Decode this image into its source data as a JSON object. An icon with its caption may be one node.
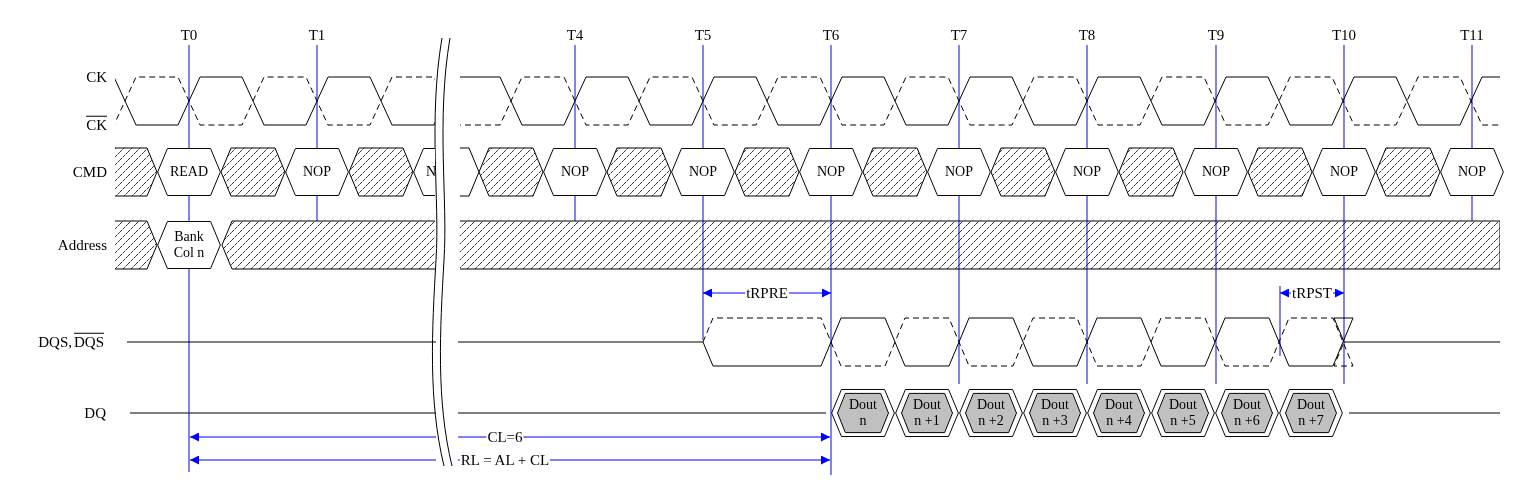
{
  "diagram": {
    "nodes": [
      {
        "text": [
          "READ"
        ]
      },
      {
        "text": [
          "NOP"
        ]
      },
      {
        "text": [
          "N"
        ]
      },
      {
        "text": [
          "NOP"
        ]
      },
      {
        "text": [
          "NOP"
        ]
      },
      {
        "text": [
          "NOP"
        ]
      },
      {
        "text": [
          "NOP"
        ]
      },
      {
        "text": [
          "NOP"
        ]
      },
      {
        "text": [
          "NOP"
        ]
      },
      {
        "text": [
          "NOP"
        ]
      },
      {
        "text": [
          "NOP"
        ]
      },
      {
        "text": [
          "Bank Col n"
        ]
      },
      {
        "text": [
          "Dout n"
        ]
      },
      {
        "text": [
          "Dout n +1"
        ]
      },
      {
        "text": [
          "Dout n +2"
        ]
      },
      {
        "text": [
          "Dout n +3"
        ]
      },
      {
        "text": [
          "Dout n +4"
        ]
      },
      {
        "text": [
          "Dout n +5"
        ]
      },
      {
        "text": [
          "Dout n +6"
        ]
      },
      {
        "text": [
          "Dout n +7"
        ]
      }
    ],
    "edges": [],
    "labels": [
      "T0",
      "T1",
      "T4",
      "T5",
      "T6",
      "T7",
      "T8",
      "T9",
      "T10",
      "T11",
      "CK",
      "CK",
      "CMD",
      "Address",
      "tRPRE",
      "tRPST",
      "DQS,",
      "DQS",
      "DQ",
      "CL=6",
      "RL = AL + CL"
    ]
  }
}
